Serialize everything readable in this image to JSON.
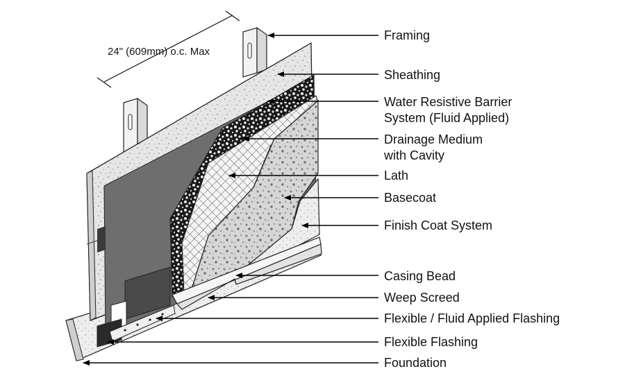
{
  "dimension": {
    "text": "24\" (609mm) o.c. Max"
  },
  "labels": {
    "framing": "Framing",
    "sheathing": "Sheathing",
    "wrb_line1": "Water Resistive Barrier",
    "wrb_line2": "System (Fluid Applied)",
    "drainage_line1": "Drainage Medium",
    "drainage_line2": "with Cavity",
    "lath": "Lath",
    "basecoat": "Basecoat",
    "finish": "Finish Coat System",
    "casing": "Casing Bead",
    "weep": "Weep Screed",
    "flex_fluid": "Flexible / Fluid Applied Flashing",
    "flex": "Flexible Flashing",
    "foundation": "Foundation"
  }
}
